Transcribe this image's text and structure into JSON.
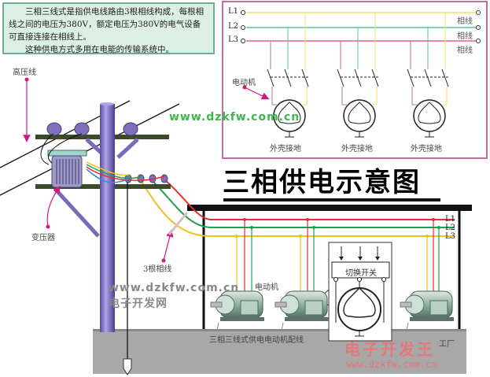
{
  "info_box": {
    "paragraph1": "三相三线式是指供电线路由3根相线构成，每根相线之间的电压为380V，额定电压为380V的电气设备可直接连接在相线上。",
    "paragraph2": "这种供电方式多用在电能的传输系统中。"
  },
  "title": "三相供电示意图",
  "schematic": {
    "lines": [
      "L1",
      "L2",
      "L3"
    ],
    "phase_labels": [
      "相线",
      "相线",
      "相线"
    ],
    "motor_label": "电动机",
    "ground_labels": [
      "外壳接地",
      "外壳接地",
      "外壳接地"
    ]
  },
  "pole": {
    "high_voltage_label": "高压线",
    "transformer_label": "变压器",
    "three_phase_label": "3根相线"
  },
  "factory": {
    "lines": [
      "L1",
      "L2",
      "L3"
    ],
    "motor_label": "电动机",
    "switch_label": "切换开关",
    "caption": "三相三线式供电电动机配线",
    "factory_label": "工厂"
  },
  "watermarks": {
    "url_green": "www.dzkfw.com.cn",
    "url_gray": "www.dzkfw.com.cn",
    "site_gray": "电子开发网",
    "site_red": "电子开发王",
    "url_red": "www.dzkfw.com.cn"
  },
  "colors": {
    "L1_schematic": "#f0e060",
    "L2_schematic": "#5fbf9f",
    "L3_schematic": "#e86080",
    "L1_factory": "#e03030",
    "L2_factory": "#20a050",
    "L3_factory": "#f0c020",
    "frame": "#c070a0",
    "pole": "#8f80c8",
    "annotation": "#d01880"
  }
}
